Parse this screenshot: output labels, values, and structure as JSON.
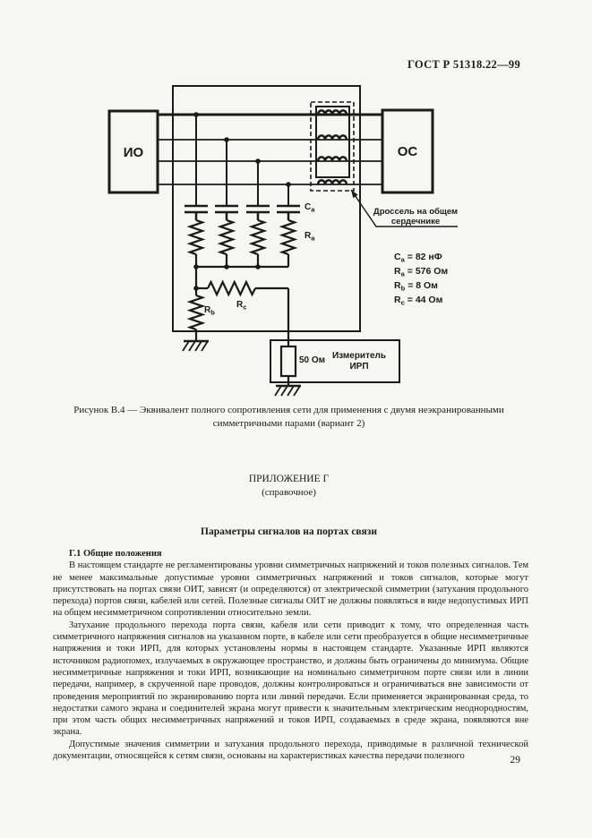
{
  "header": {
    "doc_number": "ГОСТ Р 51318.22—99"
  },
  "figure": {
    "io_block": "ИО",
    "oc_block": "ОС",
    "choke_label": [
      "Дроссель на общем",
      "сердечнике"
    ],
    "meter_resistor": "50 Ом",
    "meter_label": [
      "Измеритель",
      "ИРП"
    ],
    "component_labels": {
      "ca": {
        "sym": "C",
        "sub": "a"
      },
      "ra": {
        "sym": "R",
        "sub": "a"
      },
      "rb": {
        "sym": "R",
        "sub": "b"
      },
      "rc": {
        "sym": "R",
        "sub": "c"
      }
    },
    "values": [
      {
        "sym": "C",
        "sub": "a",
        "rest": "= 82 нФ"
      },
      {
        "sym": "R",
        "sub": "a",
        "rest": "= 576 Ом"
      },
      {
        "sym": "R",
        "sub": "b",
        "rest": "= 8 Ом"
      },
      {
        "sym": "R",
        "sub": "c",
        "rest": "= 44 Ом"
      }
    ],
    "caption": [
      "Рисунок В.4 — Эквивалент полного сопротивления сети для применения с двумя неэкранированными",
      "симметричными парами (вариант 2)"
    ]
  },
  "appendix": {
    "title": "ПРИЛОЖЕНИЕ Г",
    "subtitle": "(справочное)",
    "section_title": "Параметры сигналов на портах связи",
    "clause_heading": "Г.1 Общие положения",
    "paragraphs": [
      "В настоящем стандарте не регламентированы уровни симметричных напряжений и токов полезных сигналов. Тем не менее максимальные допустимые уровни симметричных напряжений и токов сигналов, которые могут присутствовать на портах связи ОИТ, зависят (и определяются) от электрической симметрии (затухания продольного перехода) портов связи, кабелей или сетей. Полезные сигналы ОИТ не должны появляться в виде недопустимых ИРП на общем несимметричном сопротивлении относительно земли.",
      "Затухание продольного перехода порта связи, кабеля или сети приводит к тому, что определенная часть симметричного напряжения сигналов на указанном порте, в кабеле или сети преобразуется в общие несимметричные напряжения и токи ИРП, для которых установлены нормы в настоящем стандарте. Указанные ИРП являются источником радиопомех, излучаемых в окружающее пространство, и должны быть ограничены до минимума. Общие несимметричные напряжения и токи ИРП, возникающие на номинально симметричном порте связи или в линии передачи, например, в скрученной паре проводов, должны контролироваться и ограничиваться вне зависимости от проведения мероприятий по экранированию порта или линий передачи. Если применяется экранированная среда, то недостатки самого экрана и соединителей экрана могут привести к значительным электрическим неоднородностям, при этом часть общих несимметричных напряжений и токов ИРП, создаваемых в среде экрана, появляются вне экрана.",
      "Допустимые значения симметрии и затухания продольного перехода, приводимые в различной технической документации, относящейся к сетям связи, основаны на характеристиках качества передачи полезного"
    ]
  },
  "footer": {
    "page_number": "29"
  }
}
